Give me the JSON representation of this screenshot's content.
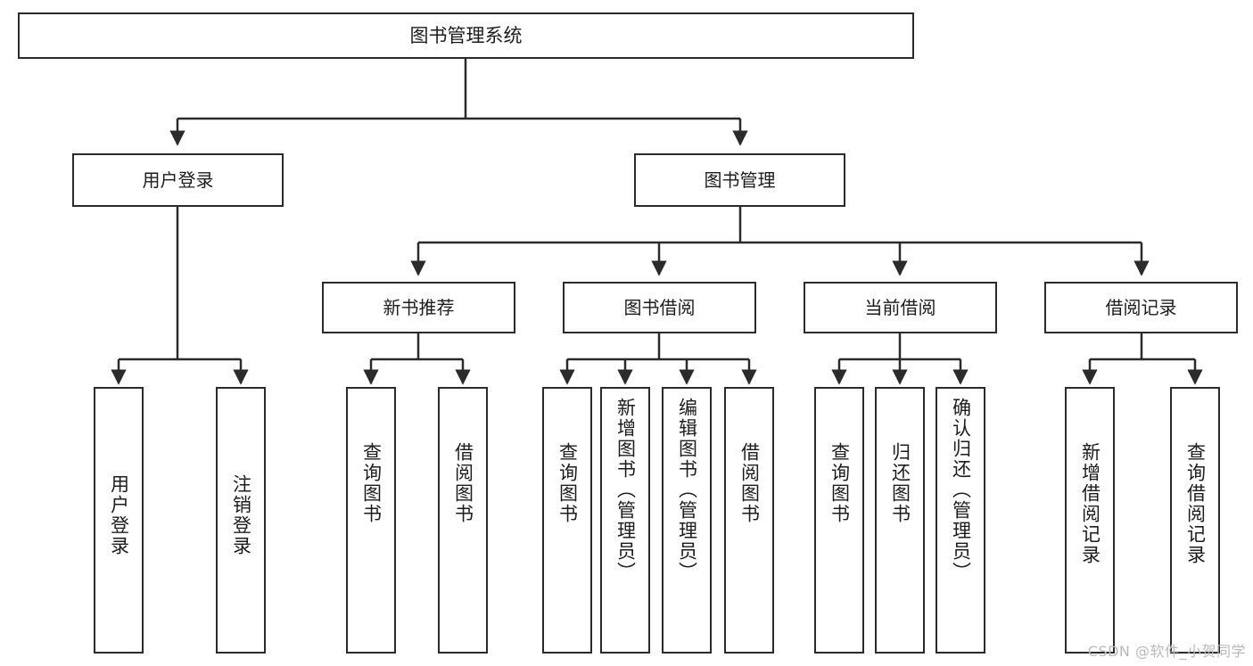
{
  "diagram": {
    "title": "图书管理系统",
    "type": "tree-hierarchy",
    "root": {
      "label": "图书管理系统"
    },
    "level2": [
      {
        "label": "用户登录"
      },
      {
        "label": "图书管理"
      }
    ],
    "level3": [
      {
        "label": "新书推荐"
      },
      {
        "label": "图书借阅"
      },
      {
        "label": "当前借阅"
      },
      {
        "label": "借阅记录"
      }
    ],
    "leaves": {
      "user_login": [
        {
          "label": "用户登录"
        },
        {
          "label": "注销登录"
        }
      ],
      "new_book_recommend": [
        {
          "label": "查询图书"
        },
        {
          "label": "借阅图书"
        }
      ],
      "book_borrow": [
        {
          "label": "查询图书"
        },
        {
          "label": "新增图书（管理员）"
        },
        {
          "label": "编辑图书（管理员）"
        },
        {
          "label": "借阅图书"
        }
      ],
      "current_borrow": [
        {
          "label": "查询图书"
        },
        {
          "label": "归还图书"
        },
        {
          "label": "确认归还（管理员）"
        }
      ],
      "borrow_records": [
        {
          "label": "新增借阅记录"
        },
        {
          "label": "查询借阅记录"
        }
      ]
    }
  },
  "watermark": {
    "text": "CSDN @软件_小贺同学"
  },
  "colors": {
    "stroke": "#2b2b2b",
    "fill": "#ffffff",
    "text": "#1c1c1c",
    "watermark": "#b9b9b9"
  }
}
